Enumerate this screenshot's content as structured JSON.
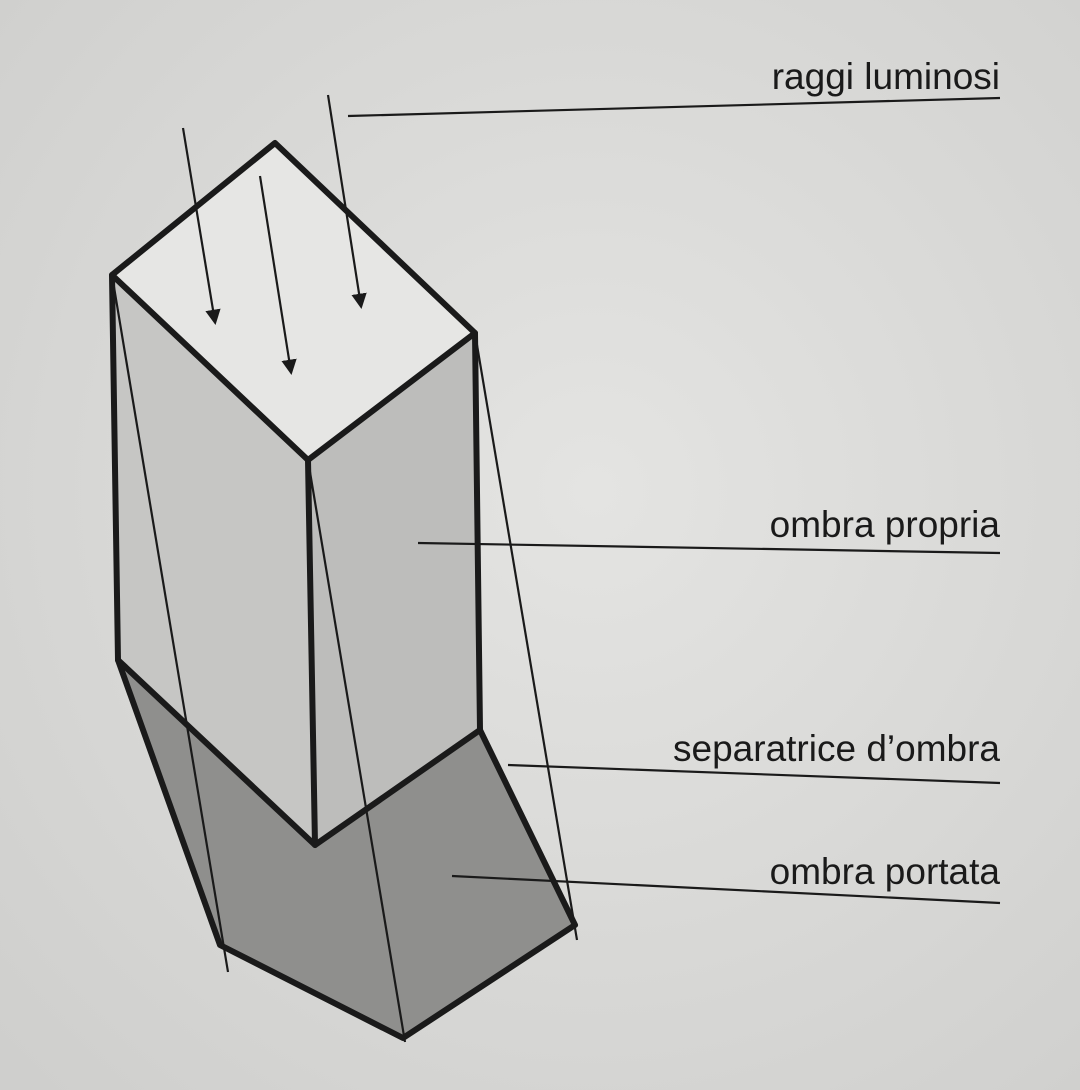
{
  "labels": {
    "raggi_luminosi": "raggi luminosi",
    "ombra_propria": "ombra propria",
    "separatrice_ombra": "separatrice d’ombra",
    "ombra_portata": "ombra portata"
  },
  "colors": {
    "background": "#d9d9d7",
    "top_face": "#e6e6e4",
    "left_face": "#c6c6c4",
    "right_face": "#bdbdbb",
    "cast_shadow": "#8f8f8d",
    "ink": "#1a1a1a"
  }
}
